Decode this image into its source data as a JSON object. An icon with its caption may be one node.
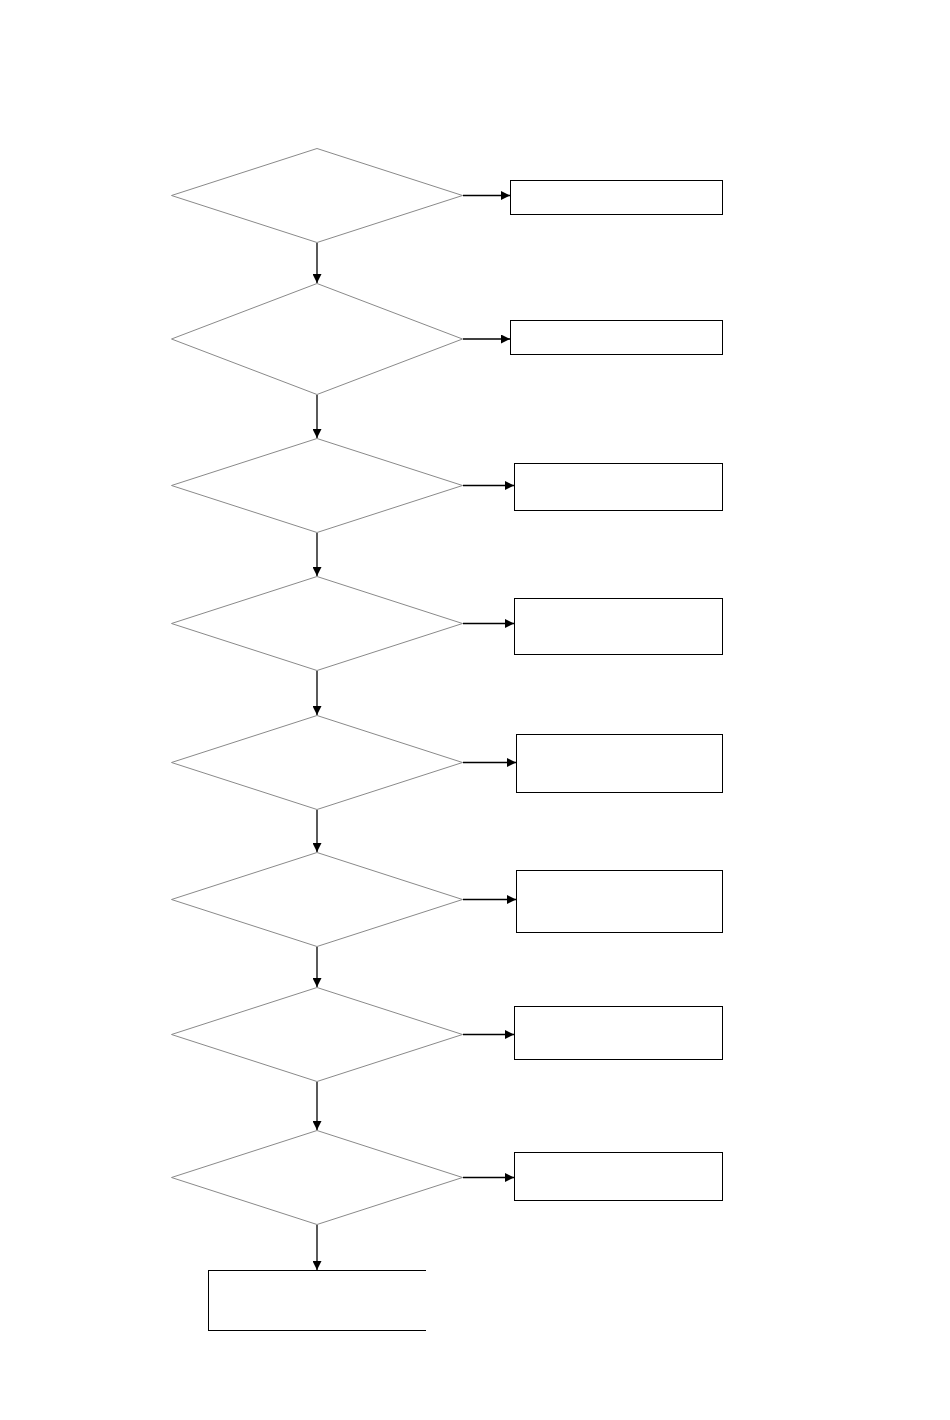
{
  "diagram": {
    "nodes": [
      {
        "text": [],
        "shape": "diamond"
      },
      {
        "text": [],
        "shape": "box"
      },
      {
        "text": [],
        "shape": "diamond"
      },
      {
        "text": [],
        "shape": "box"
      },
      {
        "text": [],
        "shape": "diamond"
      },
      {
        "text": [],
        "shape": "box"
      },
      {
        "text": [],
        "shape": "diamond"
      },
      {
        "text": [],
        "shape": "box"
      },
      {
        "text": [],
        "shape": "diamond"
      },
      {
        "text": [],
        "shape": "box"
      },
      {
        "text": [],
        "shape": "diamond"
      },
      {
        "text": [],
        "shape": "box"
      },
      {
        "text": [],
        "shape": "diamond"
      },
      {
        "text": [],
        "shape": "box"
      },
      {
        "text": [],
        "shape": "diamond"
      },
      {
        "text": [],
        "shape": "box"
      },
      {
        "text": [],
        "shape": "box"
      }
    ],
    "edges": [
      {
        "from": 0,
        "to": 1,
        "arrow": "to"
      },
      {
        "from": 0,
        "to": 2,
        "arrow": "to"
      },
      {
        "from": 2,
        "to": 3,
        "arrow": "to"
      },
      {
        "from": 2,
        "to": 4,
        "arrow": "to"
      },
      {
        "from": 4,
        "to": 5,
        "arrow": "to"
      },
      {
        "from": 4,
        "to": 6,
        "arrow": "to"
      },
      {
        "from": 6,
        "to": 7,
        "arrow": "to"
      },
      {
        "from": 6,
        "to": 8,
        "arrow": "to"
      },
      {
        "from": 8,
        "to": 9,
        "arrow": "to"
      },
      {
        "from": 8,
        "to": 10,
        "arrow": "to"
      },
      {
        "from": 10,
        "to": 11,
        "arrow": "to"
      },
      {
        "from": 10,
        "to": 12,
        "arrow": "to"
      },
      {
        "from": 12,
        "to": 13,
        "arrow": "to"
      },
      {
        "from": 12,
        "to": 14,
        "arrow": "to"
      },
      {
        "from": 14,
        "to": 15,
        "arrow": "to"
      },
      {
        "from": 14,
        "to": 16,
        "arrow": "to"
      }
    ]
  }
}
